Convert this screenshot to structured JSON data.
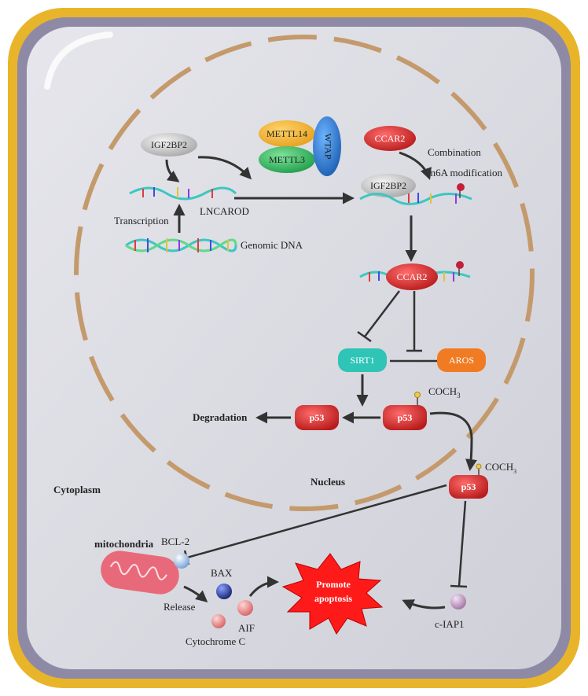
{
  "labels": {
    "igf2bp2_top": "IGF2BP2",
    "mettl14": "METTL14",
    "mettl3": "METTL3",
    "wtap": "WTAP",
    "ccar2_top": "CCAR2",
    "combination": "Combination",
    "m6a_modification": "m6A modification",
    "igf2bp2_right": "IGF2BP2",
    "lncarod": "LNCAROD",
    "transcription": "Transcription",
    "genomic_dna": "Genomic DNA",
    "ccar2_mid": "CCAR2",
    "sirt1": "SIRT1",
    "aros": "AROS",
    "p53_left": "p53",
    "p53_acetyl": "p53",
    "coch3_top": "COCH",
    "coch3_top_sub": "3",
    "degradation": "Degradation",
    "nucleus": "Nucleus",
    "cytoplasm": "Cytoplasm",
    "p53_cyto": "p53",
    "coch3_cyto": "COCH",
    "coch3_cyto_sub": "3",
    "mitochondria": "mitochondria",
    "bcl2": "BCL-2",
    "bax": "BAX",
    "release": "Release",
    "aif": "AIF",
    "cytochrome_c": "Cytochrome C",
    "promote_apoptosis_line1": "Promote",
    "promote_apoptosis_line2": "apoptosis",
    "ciap1": "c-IAP1"
  },
  "colors": {
    "cell_border": "#e8b52a",
    "cell_inner_border": "#8e8aa6",
    "cytoplasm_fill": "#dcdce3",
    "nucleus_dash": "#c49a6c",
    "red_pill": "#d92e2e",
    "gray_pill": "#cfcfcf",
    "teal_pill": "#2ec4b6",
    "orange_pill": "#f07b22",
    "burst": "#ff1a1a",
    "mito": "#e86a7a"
  }
}
